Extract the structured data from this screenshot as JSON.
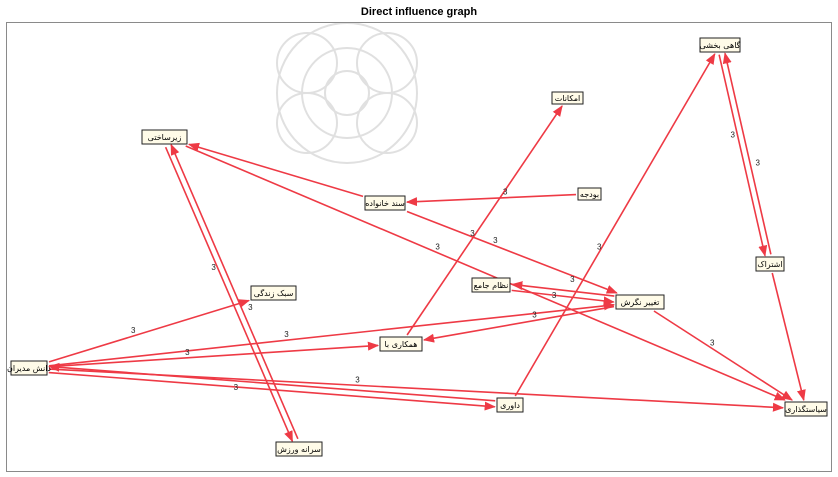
{
  "title": "Direct influence graph",
  "colors": {
    "edge": "#ee3a45",
    "node_fill": "#fffbe8",
    "frame": "#8a8a8a"
  },
  "nodes": [
    {
      "id": "n1",
      "label": "گاهی بخشی"
    },
    {
      "id": "n2",
      "label": "امکانات"
    },
    {
      "id": "n3",
      "label": "زیرساختی"
    },
    {
      "id": "n4",
      "label": "بودجه"
    },
    {
      "id": "n5",
      "label": "سند خانواده"
    },
    {
      "id": "n6",
      "label": "اشتراک"
    },
    {
      "id": "n7",
      "label": "سبک زندگی"
    },
    {
      "id": "n8",
      "label": "نظام جامع"
    },
    {
      "id": "n9",
      "label": "تغییر نگرش"
    },
    {
      "id": "n10",
      "label": "همکاری با"
    },
    {
      "id": "n11",
      "label": "دانش مدیران"
    },
    {
      "id": "n12",
      "label": "داوری"
    },
    {
      "id": "n13",
      "label": "سیاستگذاری"
    },
    {
      "id": "n14",
      "label": "سرانه ورزش"
    }
  ],
  "edges": [
    {
      "from": "n1",
      "to": "n6",
      "weight": "3"
    },
    {
      "from": "n6",
      "to": "n1",
      "weight": "3"
    },
    {
      "from": "n6",
      "to": "n13",
      "weight": ""
    },
    {
      "from": "n12",
      "to": "n1",
      "weight": "3"
    },
    {
      "from": "n10",
      "to": "n2",
      "weight": "3"
    },
    {
      "from": "n4",
      "to": "n5",
      "weight": "3"
    },
    {
      "from": "n5",
      "to": "n3",
      "weight": ""
    },
    {
      "from": "n5",
      "to": "n9",
      "weight": "3"
    },
    {
      "from": "n9",
      "to": "n8",
      "weight": "3"
    },
    {
      "from": "n8",
      "to": "n9",
      "weight": "3"
    },
    {
      "from": "n9",
      "to": "n10",
      "weight": "3"
    },
    {
      "from": "n9",
      "to": "n13",
      "weight": "3"
    },
    {
      "from": "n3",
      "to": "n13",
      "weight": "3"
    },
    {
      "from": "n3",
      "to": "n14",
      "weight": "3"
    },
    {
      "from": "n14",
      "to": "n3",
      "weight": "3"
    },
    {
      "from": "n11",
      "to": "n7",
      "weight": "3"
    },
    {
      "from": "n11",
      "to": "n9",
      "weight": "3"
    },
    {
      "from": "n11",
      "to": "n10",
      "weight": "3"
    },
    {
      "from": "n11",
      "to": "n13",
      "weight": "3"
    },
    {
      "from": "n11",
      "to": "n12",
      "weight": "3"
    },
    {
      "from": "n12",
      "to": "n11",
      "weight": ""
    }
  ]
}
